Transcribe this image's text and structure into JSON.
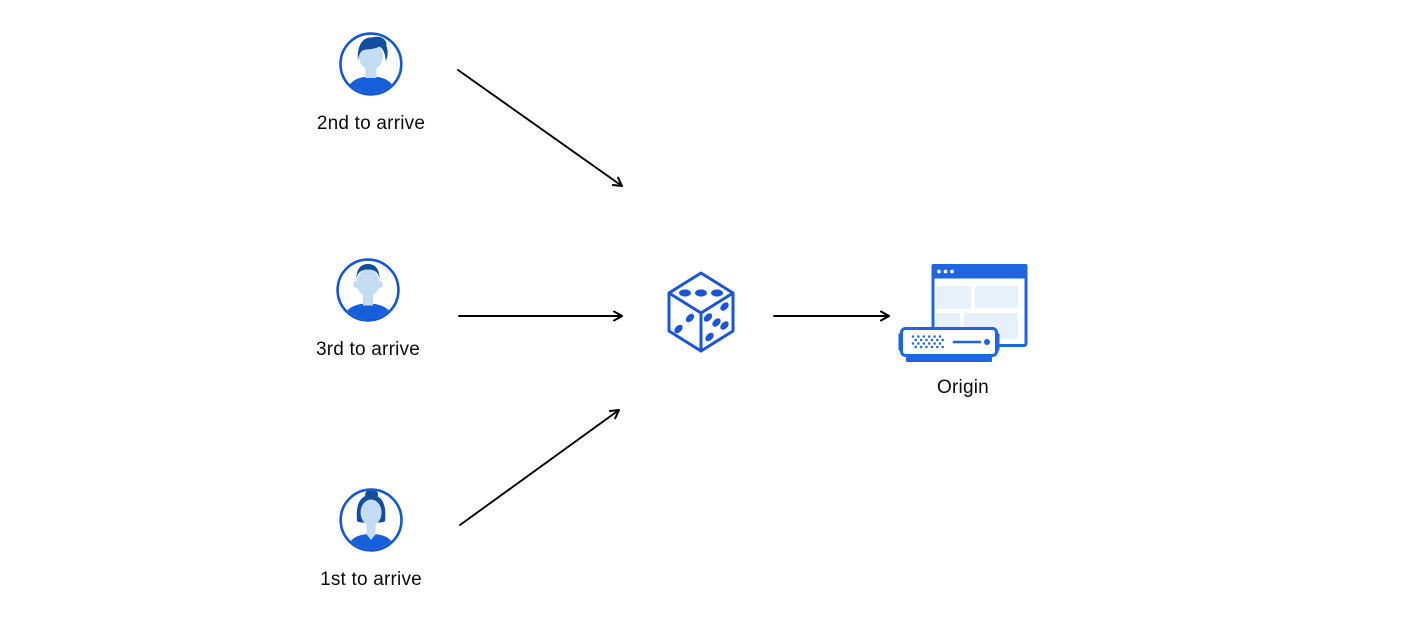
{
  "diagram": {
    "clients": [
      {
        "id": "client-2nd",
        "label": "2nd to arrive",
        "icon": "man-quiff-avatar-icon"
      },
      {
        "id": "client-3rd",
        "label": "3rd to arrive",
        "icon": "man-short-hair-avatar-icon"
      },
      {
        "id": "client-1st",
        "label": "1st to arrive",
        "icon": "woman-bun-avatar-icon"
      }
    ],
    "randomizer": {
      "icon": "dice-icon",
      "pips": {
        "top_face": 3,
        "left_face": 2,
        "right_face": 5
      }
    },
    "origin": {
      "label": "Origin",
      "icon": "origin-server-browser-icon"
    }
  },
  "colors": {
    "outline_blue": "#1656cf",
    "shirt_blue": "#1560d8",
    "hair_navy": "#144c9e",
    "skin_light_blue": "#c4dcf2",
    "browser_bar_blue": "#1e65e2",
    "panel_light_blue": "#e7f1f9",
    "arrow_black": "#000000",
    "label_text": "#0b0b0b",
    "background": "#ffffff"
  }
}
